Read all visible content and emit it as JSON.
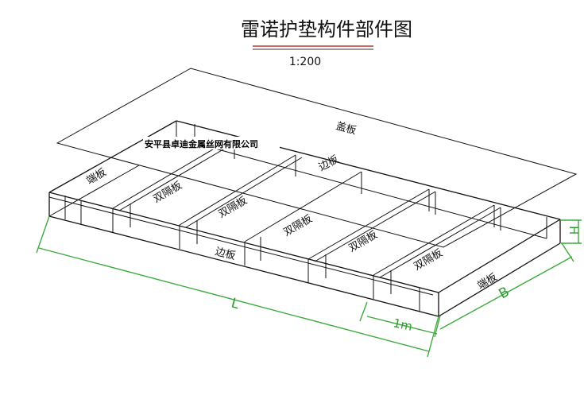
{
  "title": "雷诺护垫构件部件图",
  "scale": "1:200",
  "company": "安平县卓迪金属丝网有限公司",
  "labels": {
    "cover": "盖板",
    "end_left": "端板",
    "end_right": "端板",
    "side_back": "边板",
    "side_front": "边板",
    "double_1": "双隔板",
    "double_2": "双隔板",
    "double_3": "双隔板",
    "double_4": "双隔板",
    "double_5": "双隔板"
  },
  "dimensions": {
    "length": "L",
    "unit": "1m",
    "width": "B",
    "height": "H"
  },
  "colors": {
    "lines": "#111111",
    "dimension": "#3daa3d",
    "title_underline": "#c0392b"
  }
}
